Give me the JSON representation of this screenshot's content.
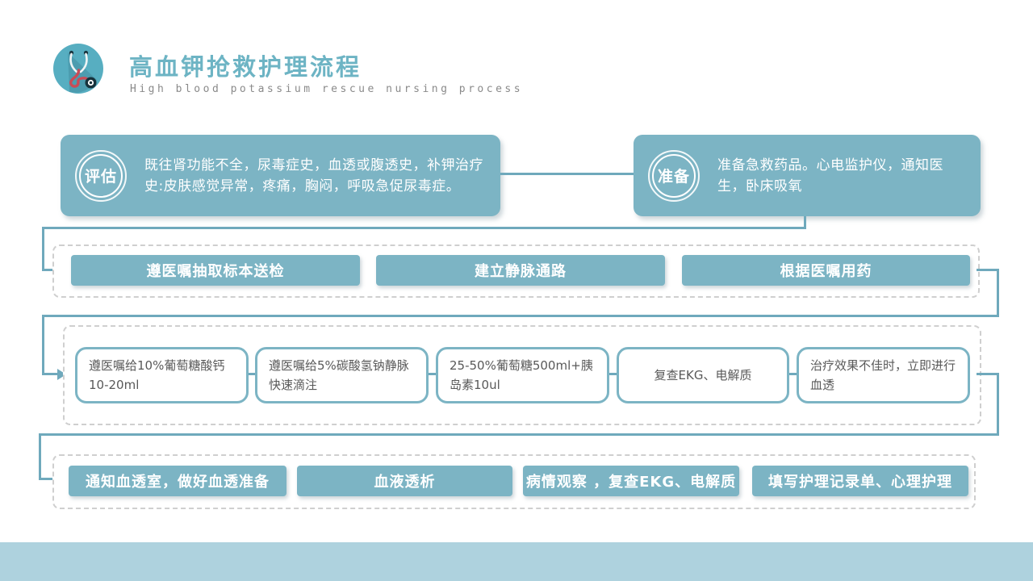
{
  "page": {
    "title": "高血钾抢救护理流程",
    "subtitle": "High blood potassium rescue nursing process"
  },
  "colors": {
    "accent_teal": "#7cb4c4",
    "connector": "#6fa9bc",
    "title_text": "#6db4c4",
    "subtitle_text": "#8a8a8a",
    "white_box_text": "#595959",
    "footer_bar": "#aed2de",
    "logo_circle": "#57aec1",
    "stethoscope_tube": "#c94b56"
  },
  "icons": {
    "logo": "stethoscope-icon",
    "arrows": "arrow-right-icon"
  },
  "stage1": {
    "assess": {
      "badge": "评估",
      "text": "既往肾功能不全，尿毒症史，血透或腹透史，补钾治疗史:皮肤感觉异常，疼痛，胸闷，呼吸急促尿毒症。"
    },
    "prepare": {
      "badge": "准备",
      "text": "准备急救药品。心电监护仪，通知医生，卧床吸氧"
    }
  },
  "stage2": {
    "items": [
      "遵医嘱抽取标本送检",
      "建立静脉通路",
      "根据医嘱用药"
    ]
  },
  "stage3": {
    "items": [
      "遵医嘱给10%葡萄糖酸钙10-20ml",
      "遵医嘱给5%碳酸氢钠静脉快速滴注",
      "25-50%葡萄糖500ml+胰岛素10ul",
      "复查EKG、电解质",
      "治疗效果不佳时，立即进行血透"
    ]
  },
  "stage4": {
    "items": [
      "通知血透室，做好血透准备",
      "血液透析",
      "病情观察 ，复查EKG、电解质",
      "填写护理记录单、心理护理"
    ]
  }
}
